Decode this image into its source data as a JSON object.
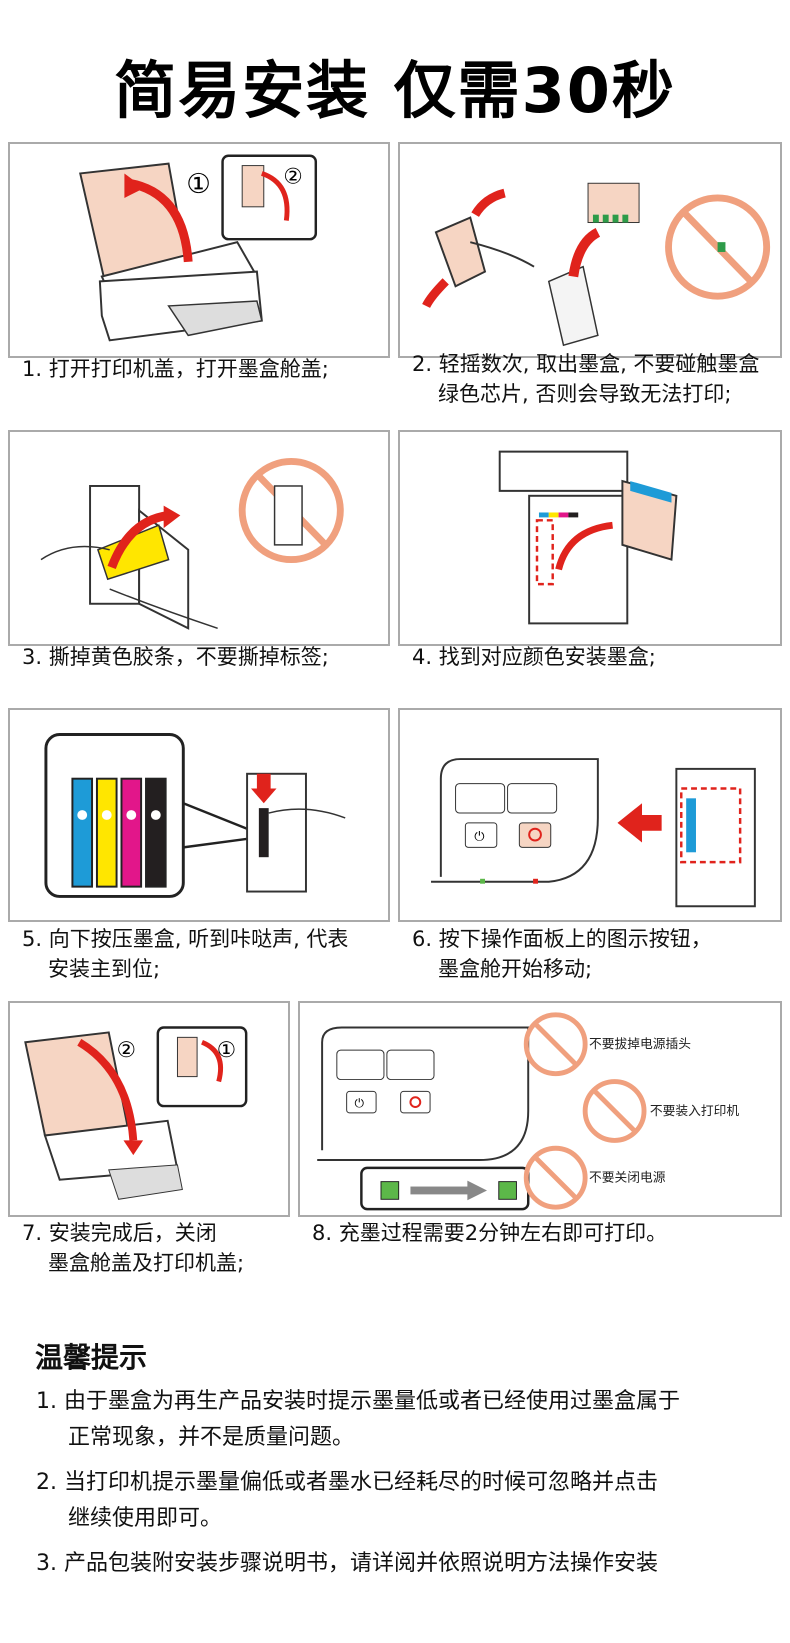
{
  "title": "简易安装 仅需30秒",
  "colors": {
    "accent_red": "#e0231c",
    "prohibit_ring": "#f0a07e",
    "cartridge_peach": "#f6d5c3",
    "cyan": "#1e9bd7",
    "yellow": "#ffe600",
    "magenta": "#e2168a",
    "black": "#231f20",
    "led_green": "#5cb749"
  },
  "steps": [
    {
      "num": "1.",
      "lines": [
        "打开打印机盖，打开墨盒舱盖;"
      ],
      "badges": [
        "①",
        "②"
      ],
      "illustration": "open-printer-lid-icon"
    },
    {
      "num": "2.",
      "lines": [
        "轻摇数次, 取出墨盒, 不要碰触墨盒",
        "绿色芯片, 否则会导致无法打印;"
      ],
      "illustration": "shake-cartridge-icon"
    },
    {
      "num": "3.",
      "lines": [
        "撕掉黄色胶条，不要撕掉标签;"
      ],
      "illustration": "peel-tape-icon"
    },
    {
      "num": "4.",
      "lines": [
        "找到对应颜色安装墨盒;"
      ],
      "illustration": "insert-cartridge-icon"
    },
    {
      "num": "5.",
      "lines": [
        "向下按压墨盒, 听到咔哒声, 代表",
        "安装主到位;"
      ],
      "illustration": "press-cartridge-icon"
    },
    {
      "num": "6.",
      "lines": [
        "按下操作面板上的图示按钮，",
        "墨盒舱开始移动;"
      ],
      "illustration": "press-panel-button-icon"
    },
    {
      "num": "7.",
      "lines": [
        "安装完成后，关闭",
        "墨盒舱盖及打印机盖;"
      ],
      "badges": [
        "②",
        "①"
      ],
      "illustration": "close-printer-lid-icon"
    },
    {
      "num": "8.",
      "lines": [
        "充墨过程需要2分钟左右即可打印。"
      ],
      "illustration": "charging-status-icon",
      "warnings": [
        "不要拔掉电源插头",
        "不要装入打印机",
        "不要关闭电源"
      ]
    }
  ],
  "tips": {
    "title": "温馨提示",
    "items": [
      {
        "num": "1.",
        "lines": [
          "由于墨盒为再生产品安装时提示墨量低或者已经使用过墨盒属于",
          "正常现象，并不是质量问题。"
        ]
      },
      {
        "num": "2.",
        "lines": [
          "当打印机提示墨量偏低或者墨水已经耗尽的时候可忽略并点击",
          "继续使用即可。"
        ]
      },
      {
        "num": "3.",
        "lines": [
          "产品包装附安装步骤说明书，请详阅并依照说明方法操作安装"
        ]
      }
    ]
  }
}
